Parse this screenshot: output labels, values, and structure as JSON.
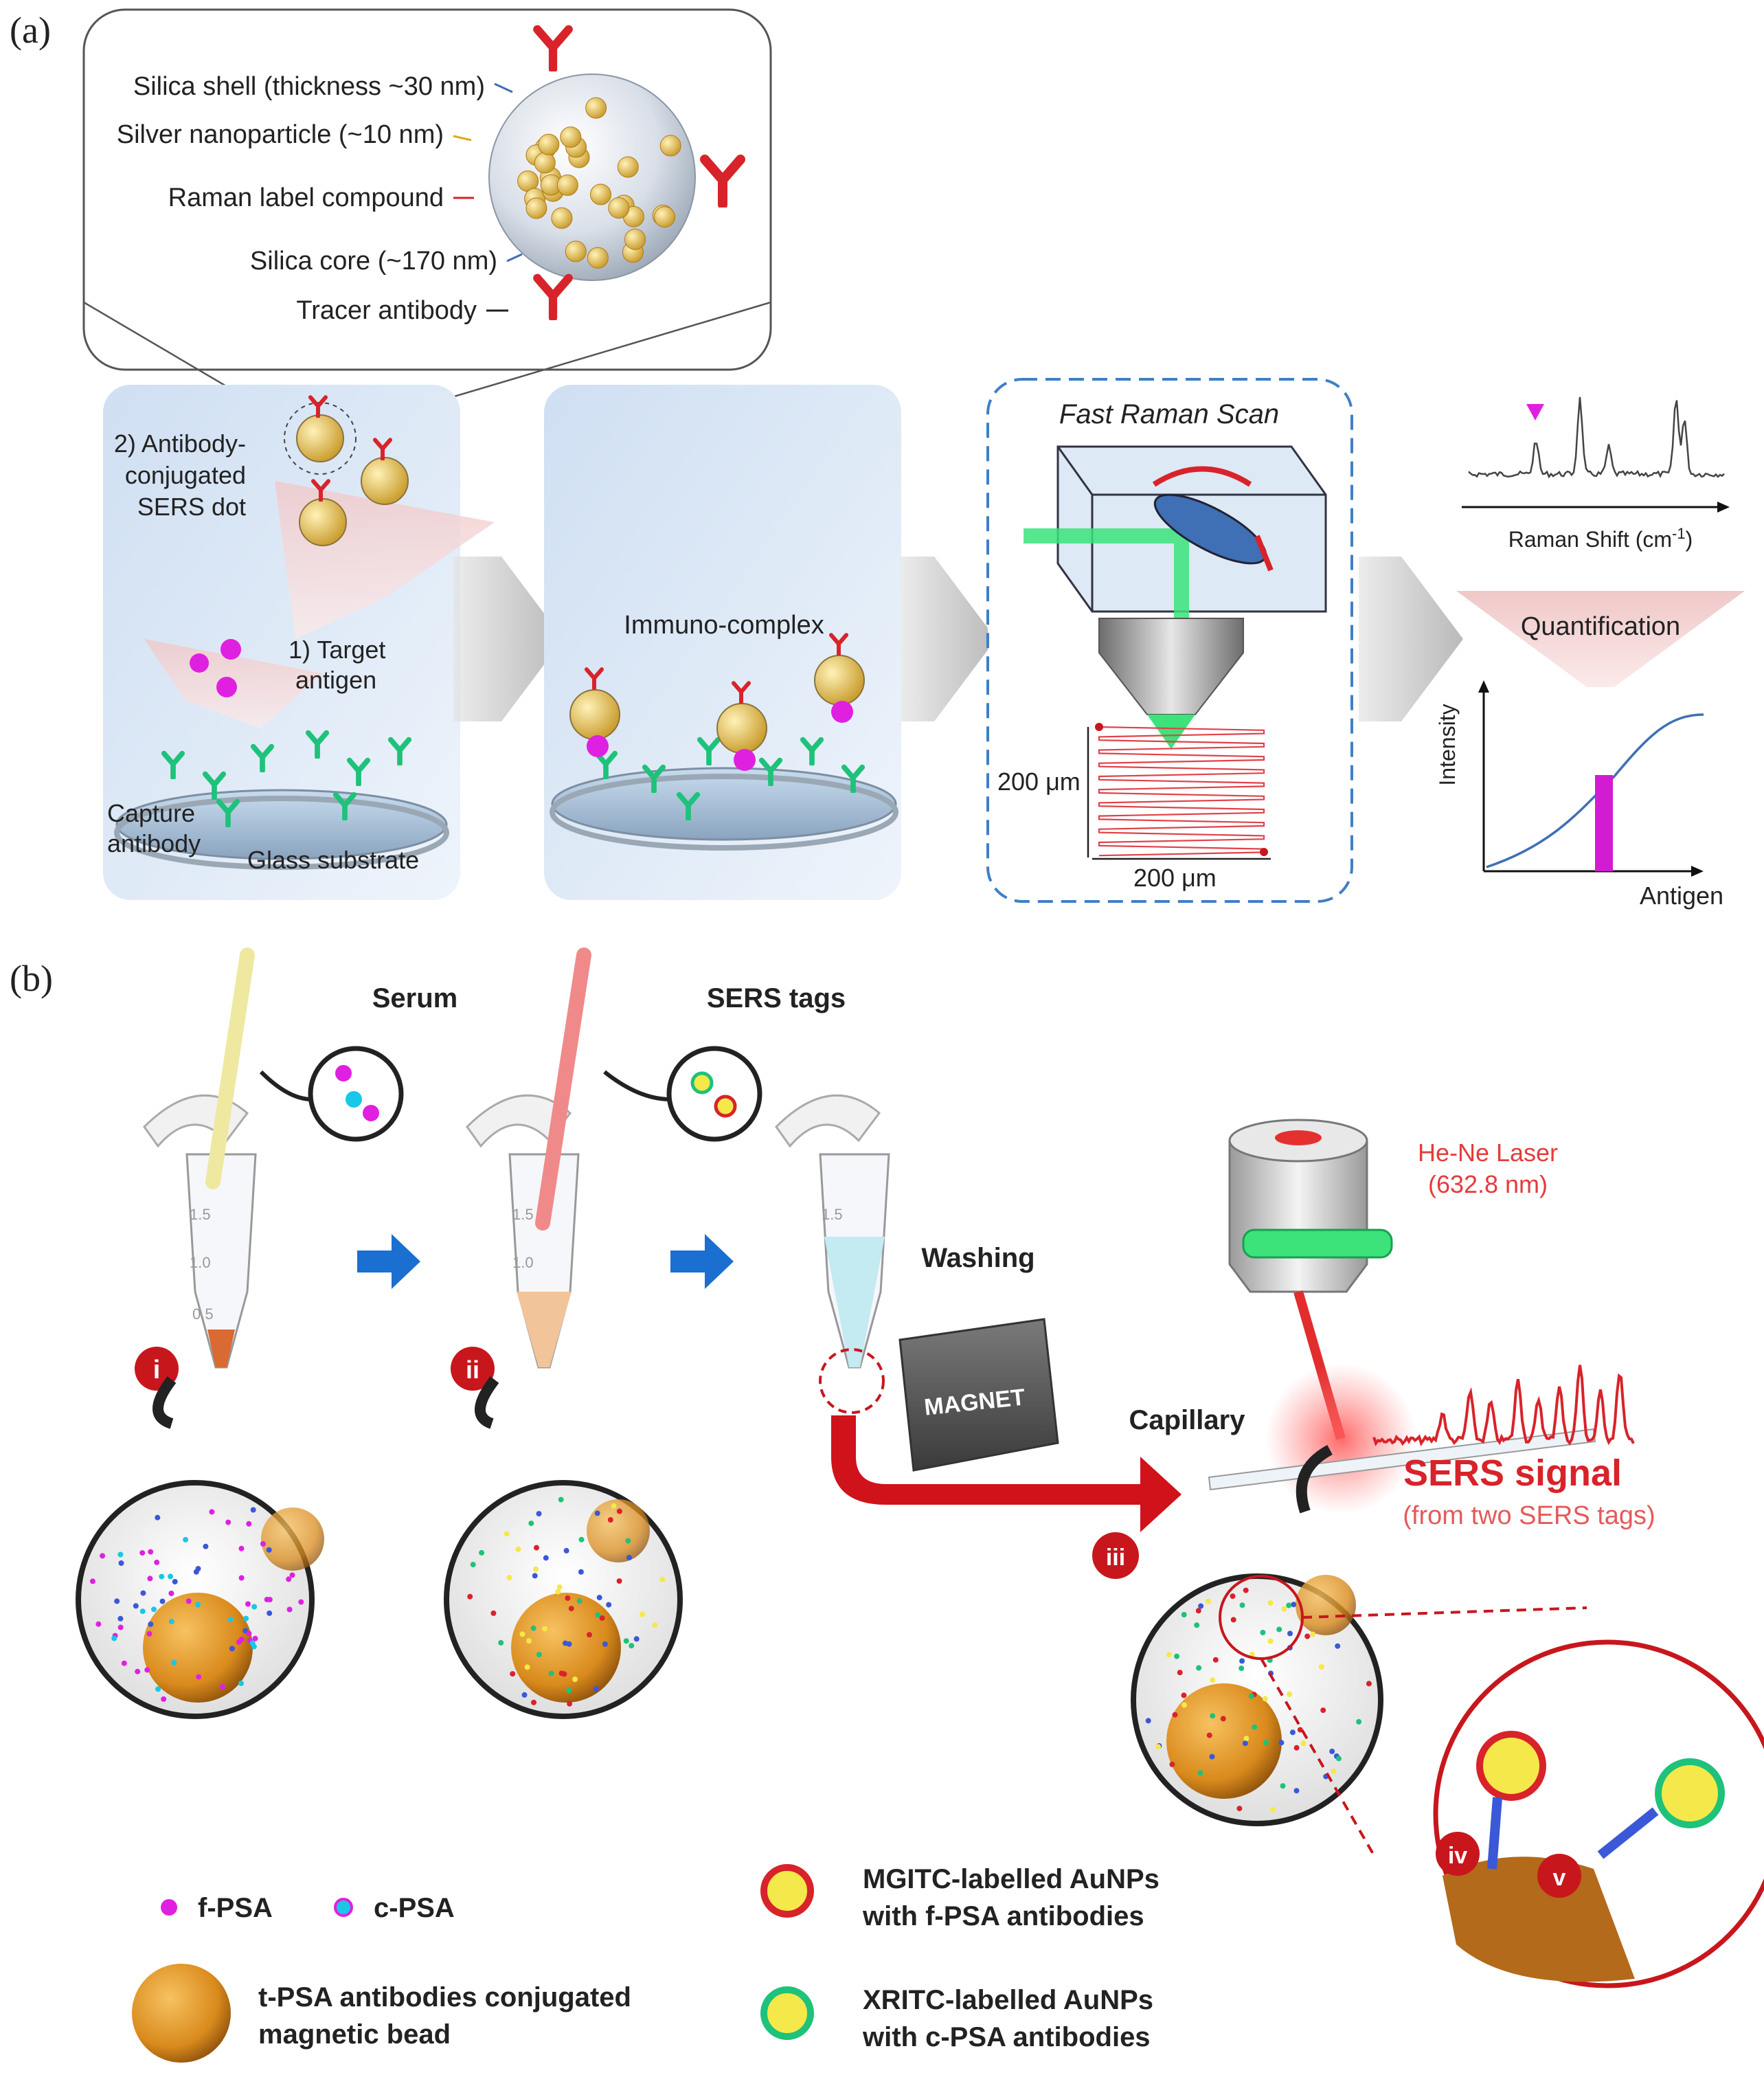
{
  "panel_a": {
    "label": "(a)",
    "callout": {
      "silica_shell": "Silica shell (thickness ~30 nm)",
      "silver_np": "Silver nanoparticle (~10 nm)",
      "raman_label": "Raman label compound",
      "silica_core": "Silica core (~170 nm)",
      "tracer_antibody": "Tracer antibody"
    },
    "step1": {
      "sers_dot_line1": "2) Antibody-",
      "sers_dot_line2": "conjugated",
      "sers_dot_line3": "SERS dot",
      "target_line1": "1) Target",
      "target_line2": "antigen",
      "capture_line1": "Capture",
      "capture_line2": "antibody",
      "glass": "Glass substrate"
    },
    "step2": {
      "title": "Immuno-complex"
    },
    "step3": {
      "title": "Fast Raman Scan",
      "dim_v": "200 μm",
      "dim_h": "200 μm"
    },
    "step4": {
      "raman_axis": "Raman Shift (cm",
      "raman_sup": "-1",
      "raman_close": ")",
      "quantification": "Quantification",
      "ylabel": "Intensity",
      "xlabel": "Antigen"
    },
    "colors": {
      "antibody_red": "#d8232a",
      "capture_green": "#1ec27a",
      "antigen_magenta": "#e020e0",
      "scan_blue": "#3f7fc6"
    }
  },
  "panel_b": {
    "label": "(b)",
    "serum": "Serum",
    "sers_tags": "SERS tags",
    "washing": "Washing",
    "magnet": "MAGNET",
    "capillary": "Capillary",
    "laser_line1": "He-Ne Laser",
    "laser_line2": "(632.8 nm)",
    "signal_title": "SERS signal",
    "signal_sub": "(from two SERS tags)",
    "tube_marks": [
      "1.5",
      "1.0",
      "0.5"
    ],
    "steps": {
      "i": "i",
      "ii": "ii",
      "iii": "iii",
      "iv": "iv",
      "v": "v"
    },
    "legend": {
      "fpsa": "f-PSA",
      "cpsa": "c-PSA",
      "bead_line1": "t-PSA antibodies conjugated",
      "bead_line2": "magnetic bead",
      "mgitc_line1": "MGITC-labelled AuNPs",
      "mgitc_line2": "with f-PSA antibodies",
      "xritc_line1": "XRITC-labelled AuNPs",
      "xritc_line2": "with c-PSA antibodies"
    },
    "colors": {
      "arrow_blue": "#1a6fd0",
      "step_red": "#c8161d",
      "bead_orange": "#e39a2a",
      "laser_green": "#3be37a"
    }
  }
}
